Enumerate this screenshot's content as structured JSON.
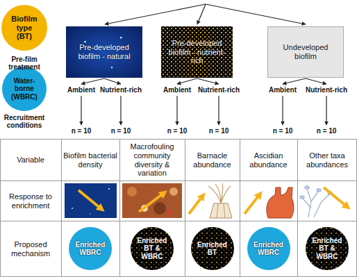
{
  "diagram": {
    "nodes": [
      {
        "text": [
          "Biofilm type (BT)"
        ]
      },
      {
        "text": [
          "Water-borne (WBRC)"
        ]
      },
      {
        "text": [
          "Pre-developed biofilm - natural"
        ]
      },
      {
        "text": [
          "Pre-developed biofilm - nutrient-rich"
        ]
      },
      {
        "text": [
          "Undeveloped biofilm"
        ]
      },
      {
        "text": [
          "Ambient"
        ]
      },
      {
        "text": [
          "Nutrient-rich"
        ]
      },
      {
        "text": [
          "Ambient"
        ]
      },
      {
        "text": [
          "Nutrient-rich"
        ]
      },
      {
        "text": [
          "Ambient"
        ]
      },
      {
        "text": [
          "Nutrient-rich"
        ]
      },
      {
        "text": [
          "n = 10"
        ]
      },
      {
        "text": [
          "n = 10"
        ]
      },
      {
        "text": [
          "n = 10"
        ]
      },
      {
        "text": [
          "n = 10"
        ]
      },
      {
        "text": [
          "n = 10"
        ]
      },
      {
        "text": [
          "n = 10"
        ]
      },
      {
        "text": [
          "Enriched WBRC"
        ]
      },
      {
        "text": [
          "Enriched BT & WBRC"
        ]
      },
      {
        "text": [
          "Enriched BT"
        ]
      },
      {
        "text": [
          "Enriched WBRC"
        ]
      },
      {
        "text": [
          "Enriched BT & WBRC"
        ]
      }
    ],
    "edges": [
      {
        "from": 2,
        "to": 5,
        "arrow": "to"
      },
      {
        "from": 2,
        "to": 6,
        "arrow": "to"
      },
      {
        "from": 3,
        "to": 7,
        "arrow": "to"
      },
      {
        "from": 3,
        "to": 8,
        "arrow": "to"
      },
      {
        "from": 4,
        "to": 9,
        "arrow": "to"
      },
      {
        "from": 4,
        "to": 10,
        "arrow": "to"
      },
      {
        "from": 5,
        "to": 11,
        "arrow": "to"
      },
      {
        "from": 6,
        "to": 12,
        "arrow": "to"
      },
      {
        "from": 7,
        "to": 13,
        "arrow": "to"
      },
      {
        "from": 8,
        "to": 14,
        "arrow": "to"
      },
      {
        "from": 9,
        "to": 15,
        "arrow": "to"
      },
      {
        "from": 10,
        "to": 16,
        "arrow": "to"
      }
    ],
    "labels": [
      "Pre-film treatment",
      "Recruitment conditions",
      "Variable",
      "Biofilm bacterial density",
      "Macrofouling community diversity & variation",
      "Barnacle abundance",
      "Ascidian abundance",
      "Other taxa abundances",
      "Response to enrichment",
      "Proposed mechanism"
    ]
  }
}
